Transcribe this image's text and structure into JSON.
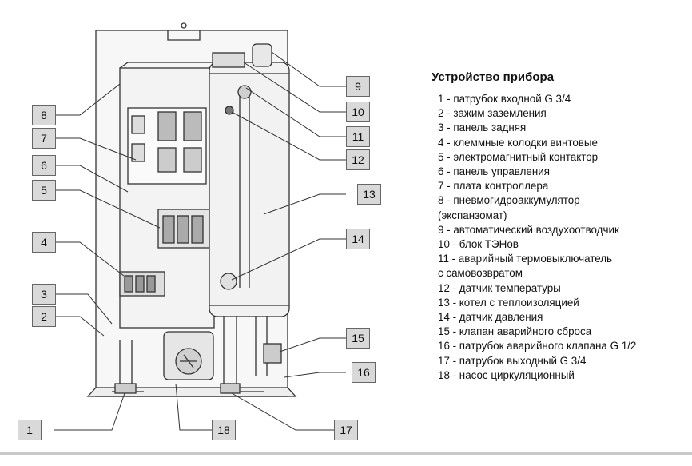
{
  "legend": {
    "title": "Устройство прибора",
    "items": [
      "1 - патрубок входной G 3/4",
      "2 - зажим заземления",
      "3 - панель задняя",
      "4 - клеммные колодки винтовые",
      "5 - электромагнитный контактор",
      "6 - панель управления",
      "7 - плата контроллера",
      "8 - пневмогидроаккумулятор",
      "(экспанзомат)",
      "9 - автоматический воздухоотводчик",
      "10 - блок ТЭНов",
      "11 - аварийный термовыключатель",
      "с самовозвратом",
      "12 - датчик температуры",
      "13 - котел с теплоизоляцией",
      "14 - датчик давления",
      "15 - клапан аварийного сброса",
      "16 - патрубок аварийного клапана G 1/2",
      "17 - патрубок выходный G 3/4",
      "18 - насос циркуляционный"
    ]
  },
  "callouts": [
    "1",
    "2",
    "3",
    "4",
    "5",
    "6",
    "7",
    "8",
    "9",
    "10",
    "11",
    "12",
    "13",
    "14",
    "15",
    "16",
    "17",
    "18"
  ]
}
